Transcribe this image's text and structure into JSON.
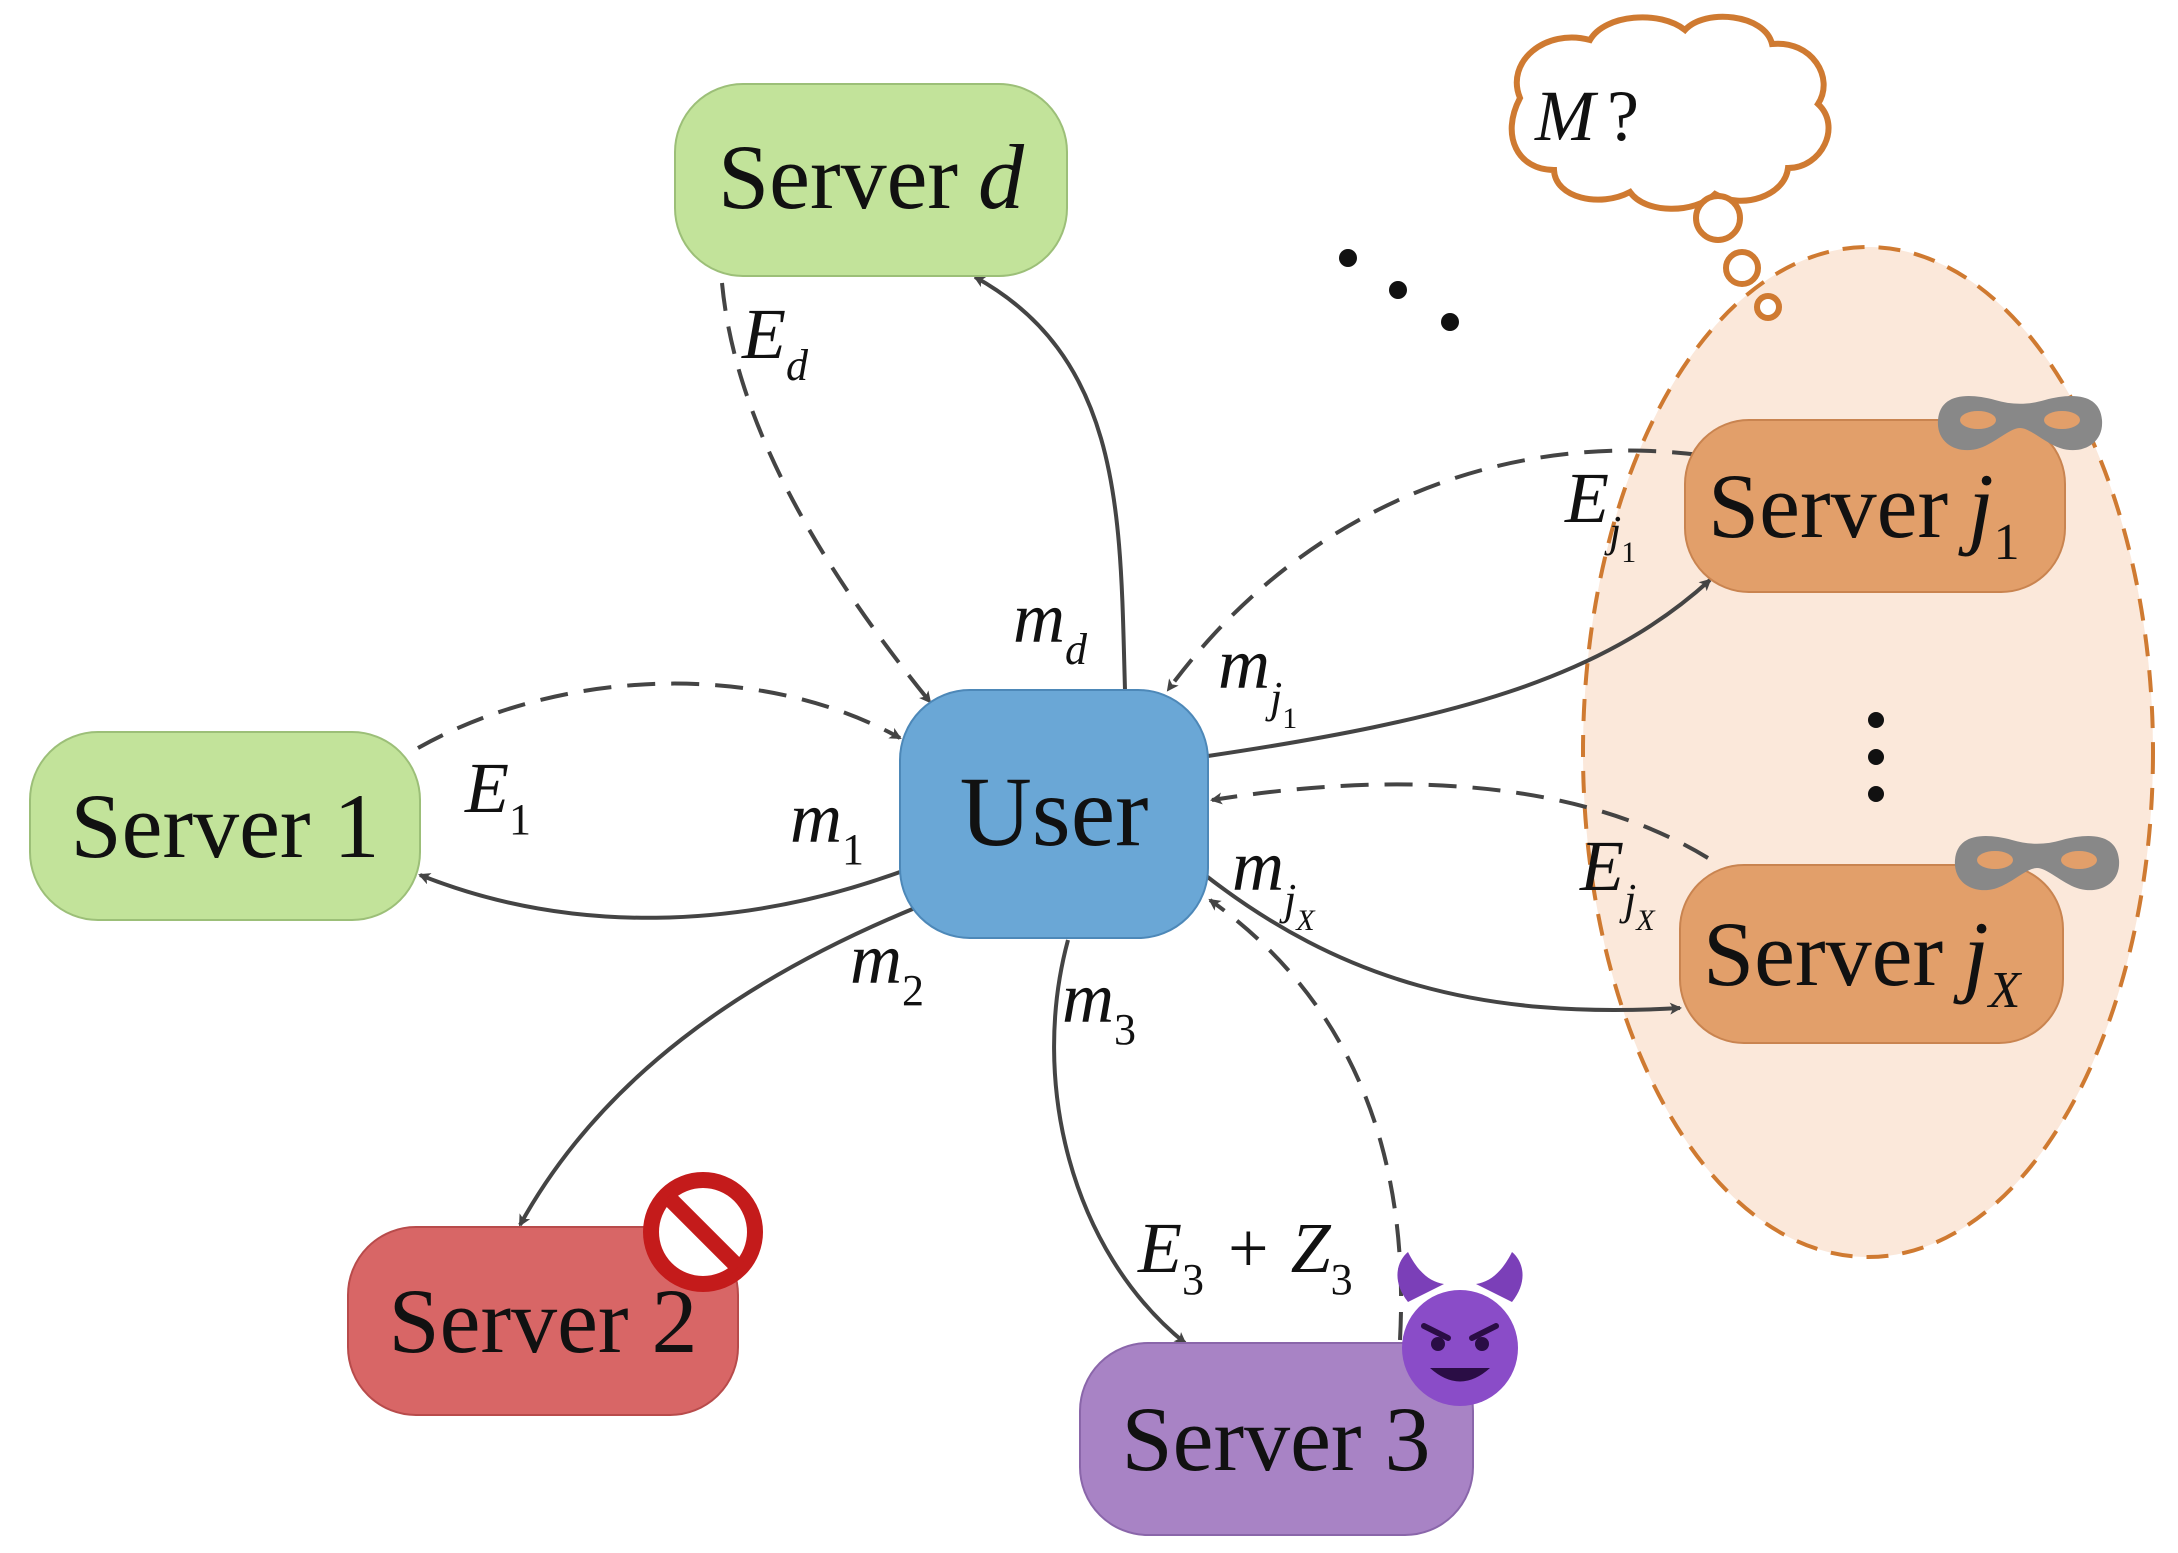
{
  "nodes": {
    "user": "User",
    "server_1": "Server 1",
    "server_2": "Server 2",
    "server_3": "Server 3",
    "server_d_word": "Server",
    "server_d_var": "d",
    "server_j1_word": "Server",
    "server_j1_var": "j",
    "server_j1_sub": "1",
    "server_jX_word": "Server",
    "server_jX_var": "j",
    "server_jX_sub": "X"
  },
  "thought": {
    "var": "M",
    "mark": "?"
  },
  "edge_labels": {
    "E_d": {
      "main": "E",
      "sub": "d"
    },
    "m_d": {
      "main": "m",
      "sub": "d"
    },
    "E_1": {
      "main": "E",
      "sub": "1"
    },
    "m_1": {
      "main": "m",
      "sub": "1"
    },
    "m_2": {
      "main": "m",
      "sub": "2"
    },
    "m_3": {
      "main": "m",
      "sub": "3"
    },
    "E3_Z3": {
      "e": "E",
      "e_sub": "3",
      "plus": "+",
      "z": "Z",
      "z_sub": "3"
    },
    "E_j1": {
      "main": "E",
      "sub": "j",
      "subsub": "1"
    },
    "m_j1": {
      "main": "m",
      "sub": "j",
      "subsub": "1"
    },
    "E_jX": {
      "main": "E",
      "sub": "j",
      "subsub": "X"
    },
    "m_jX": {
      "main": "m",
      "sub": "j",
      "subsub": "X"
    }
  },
  "colors": {
    "user_fill": "#6aa7d6",
    "server_green": "#c2e39a",
    "server_red": "#d86666",
    "server_purple": "#a883c5",
    "server_orange": "#e29f6a",
    "colluding_region_fill": "#fbe8da",
    "colluding_region_stroke": "#cf7a31",
    "arrow": "#444444",
    "block_icon": "#c41b1b",
    "devil_icon": "#7b3fb8",
    "mask_icon": "#888888"
  },
  "icons": [
    "ellipsis-dots",
    "vertical-ellipsis",
    "thought-bubble",
    "no-entry-icon",
    "devil-face-icon",
    "mask-icon"
  ]
}
